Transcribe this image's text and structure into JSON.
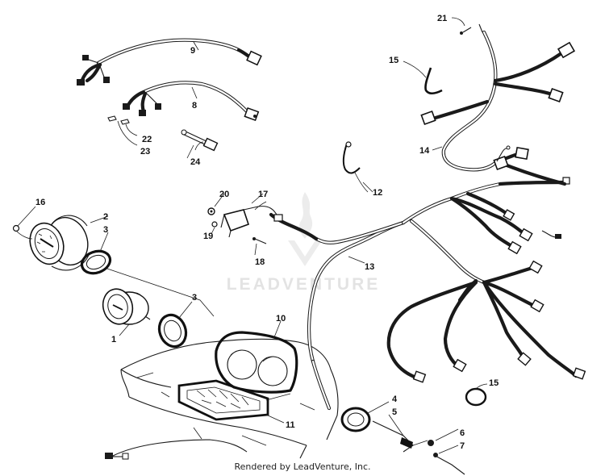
{
  "watermark": {
    "text": "LEADVENTURE"
  },
  "footer": {
    "credit": "Rendered by LeadVenture, Inc."
  },
  "callouts": {
    "c1": "1",
    "c2": "2",
    "c3a": "3",
    "c3b": "3",
    "c4": "4",
    "c5": "5",
    "c6": "6",
    "c7": "7",
    "c8": "8",
    "c9": "9",
    "c10": "10",
    "c11": "11",
    "c12": "12",
    "c13": "13",
    "c14": "14",
    "c15a": "15",
    "c15b": "15",
    "c16": "16",
    "c17": "17",
    "c18": "18",
    "c19": "19",
    "c20": "20",
    "c21": "21",
    "c22": "22",
    "c23": "23",
    "c24": "24"
  }
}
